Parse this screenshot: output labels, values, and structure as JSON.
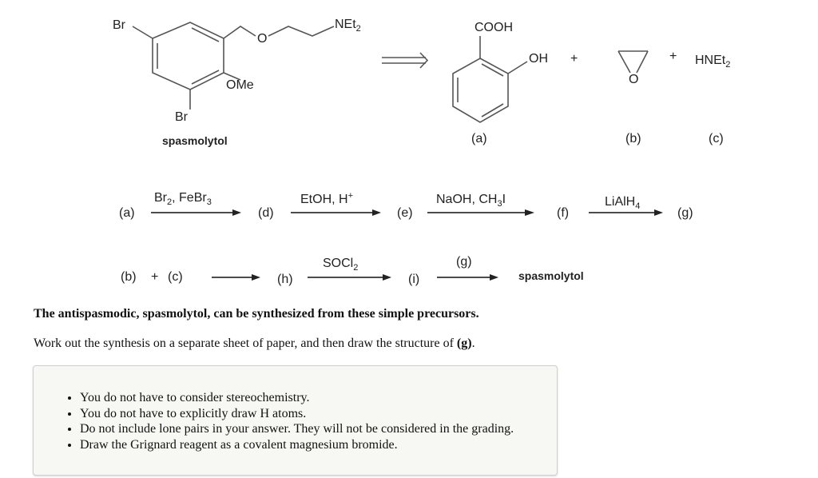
{
  "retrosynthesis": {
    "target": {
      "name": "spasmolytol",
      "substituents": {
        "br_top": "Br",
        "br_bottom": "Br",
        "methoxy": "OMe",
        "ether_o": "O",
        "amine": "NEt",
        "amine_sub": "2"
      }
    },
    "precursors": [
      {
        "label": "(a)",
        "groups": {
          "carboxyl": "COOH",
          "hydroxyl": "OH"
        }
      },
      {
        "label": "(b)",
        "groups": {
          "epoxide_o": "O"
        }
      },
      {
        "label": "(c)",
        "formula": "HNEt",
        "formula_sub": "2"
      }
    ],
    "plus": "+"
  },
  "sequence1": {
    "start": "(a)",
    "steps": [
      {
        "reagent_parts": [
          "Br",
          "2",
          ", FeBr",
          "3"
        ],
        "product": "(d)"
      },
      {
        "reagent_parts": [
          "EtOH, H",
          "+"
        ],
        "product": "(e)"
      },
      {
        "reagent_parts": [
          "NaOH, CH",
          "3",
          "I"
        ],
        "product": "(f)"
      },
      {
        "reagent_parts": [
          "LiAlH",
          "4"
        ],
        "product": "(g)"
      }
    ]
  },
  "sequence2": {
    "start_a": "(b)",
    "plus": "+",
    "start_b": "(c)",
    "steps": [
      {
        "reagent_parts": [
          ""
        ],
        "product": "(h)"
      },
      {
        "reagent_parts": [
          "SOCl",
          "2"
        ],
        "product": "(i)"
      },
      {
        "reagent_parts": [
          "(g)"
        ],
        "product": "spasmolytol"
      }
    ]
  },
  "question": {
    "intro": "The antispasmodic, spasmolytol, can be synthesized from these simple precursors.",
    "instruction_prefix": "Work out the synthesis on a separate sheet of paper, and then draw the structure of ",
    "instruction_target": "(g)",
    "instruction_suffix": "."
  },
  "notes": [
    "You do not have to consider stereochemistry.",
    "You do not have to explicitly draw H atoms.",
    "Do not include lone pairs in your answer. They will not be considered in the grading.",
    "Draw the Grignard reagent as a covalent magnesium bromide."
  ]
}
